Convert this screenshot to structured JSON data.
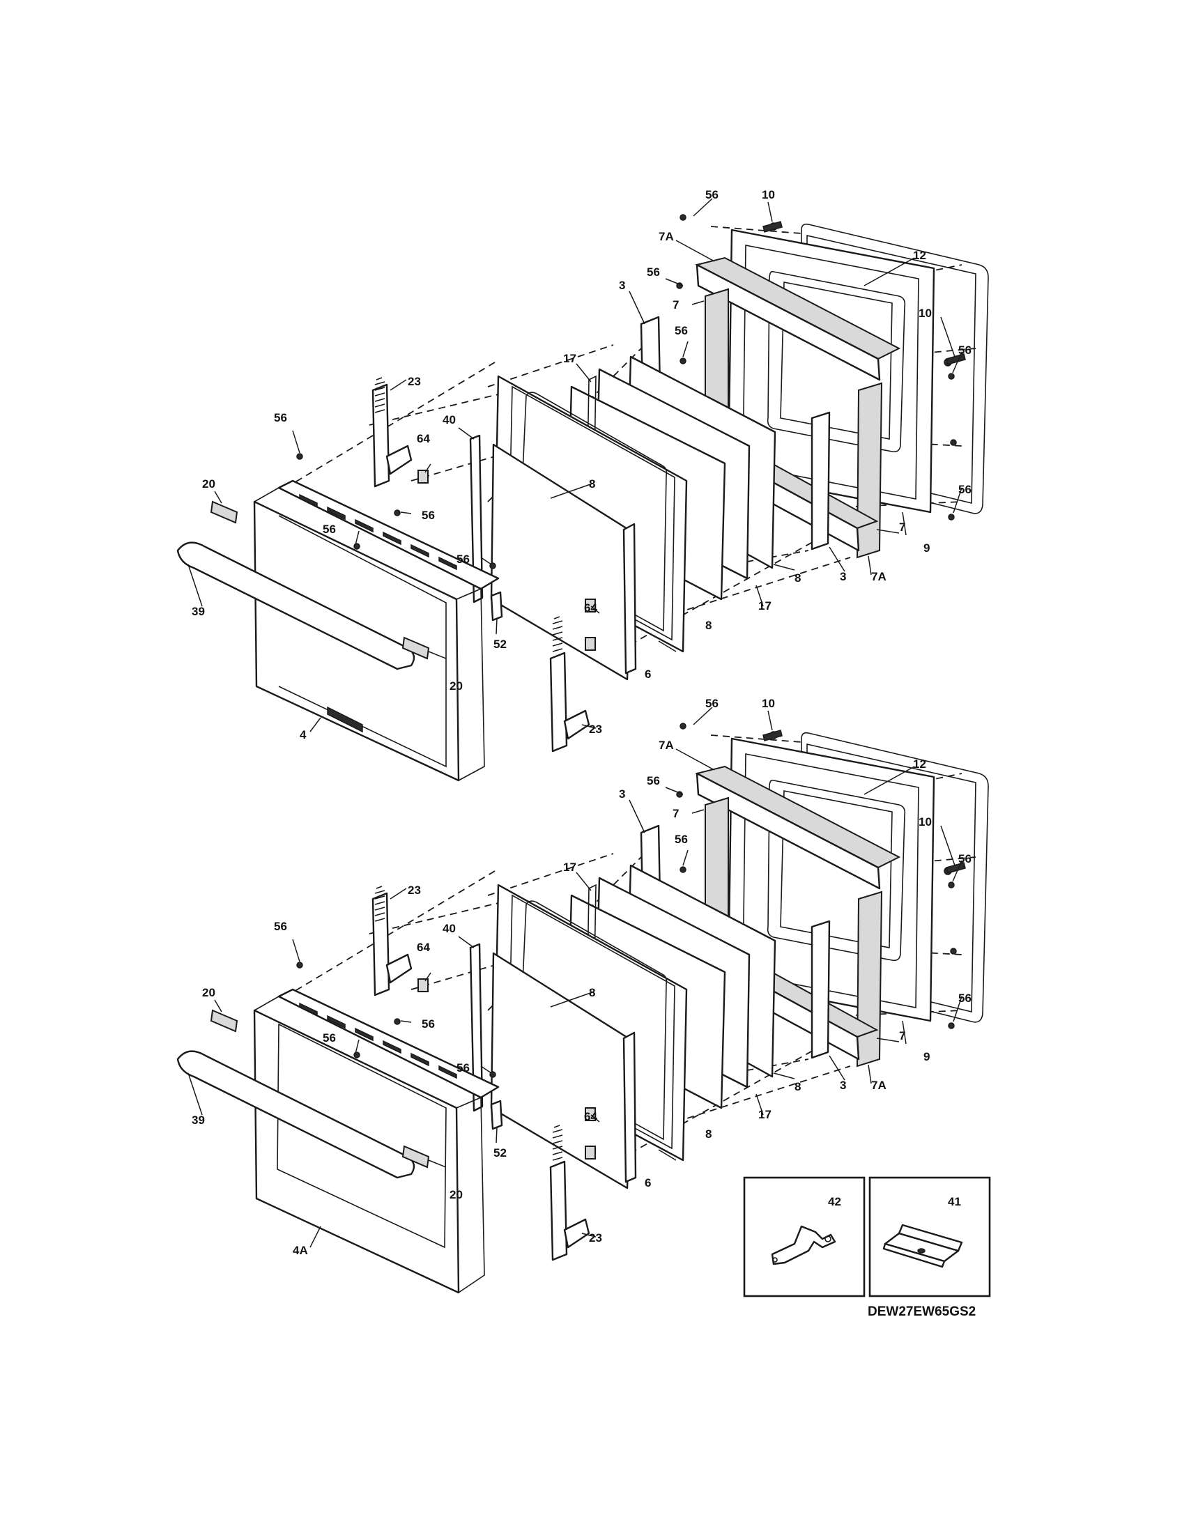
{
  "diagram": {
    "model_code": "DEW27EW65GS2",
    "upper_door": {
      "callouts": [
        "56",
        "10",
        "7A",
        "12",
        "56",
        "3",
        "7",
        "10",
        "56",
        "56",
        "17",
        "23",
        "40",
        "56",
        "64",
        "8",
        "56",
        "20",
        "56",
        "56",
        "56",
        "39",
        "52",
        "64",
        "8",
        "3",
        "7A",
        "7",
        "9",
        "17",
        "8",
        "23",
        "6",
        "20",
        "4"
      ]
    },
    "lower_door": {
      "callouts": [
        "56",
        "10",
        "7A",
        "12",
        "56",
        "3",
        "7",
        "10",
        "56",
        "56",
        "17",
        "23",
        "40",
        "56",
        "64",
        "8",
        "56",
        "20",
        "56",
        "56",
        "56",
        "39",
        "52",
        "64",
        "8",
        "3",
        "7A",
        "7",
        "9",
        "17",
        "8",
        "23",
        "6",
        "20",
        "4A"
      ]
    },
    "inset_parts": [
      {
        "callout": "42",
        "icon": "bracket-icon"
      },
      {
        "callout": "41",
        "icon": "clip-icon"
      }
    ]
  }
}
